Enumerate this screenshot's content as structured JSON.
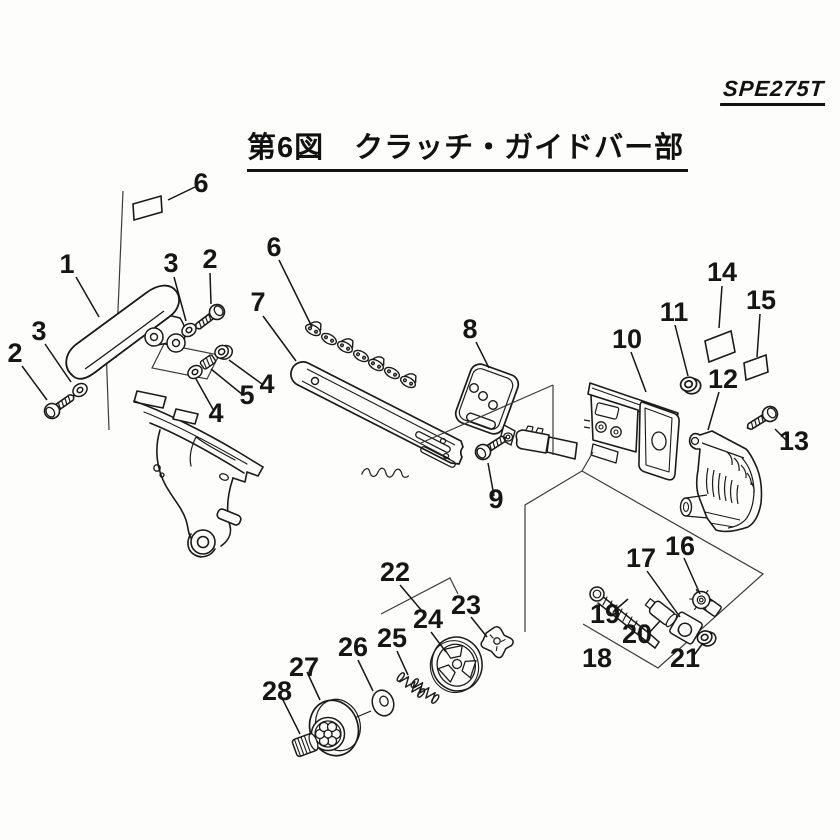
{
  "figure": {
    "model_code": "SPE275T",
    "title": "第6図　クラッチ・ガイドバー部",
    "callouts": [
      "6",
      "1",
      "3",
      "2",
      "2",
      "3",
      "4",
      "5",
      "4",
      "6",
      "7",
      "8",
      "9",
      "10",
      "11",
      "12",
      "13",
      "14",
      "15",
      "16",
      "17",
      "18",
      "19",
      "20",
      "21",
      "22",
      "23",
      "24",
      "25",
      "26",
      "27",
      "28"
    ]
  }
}
